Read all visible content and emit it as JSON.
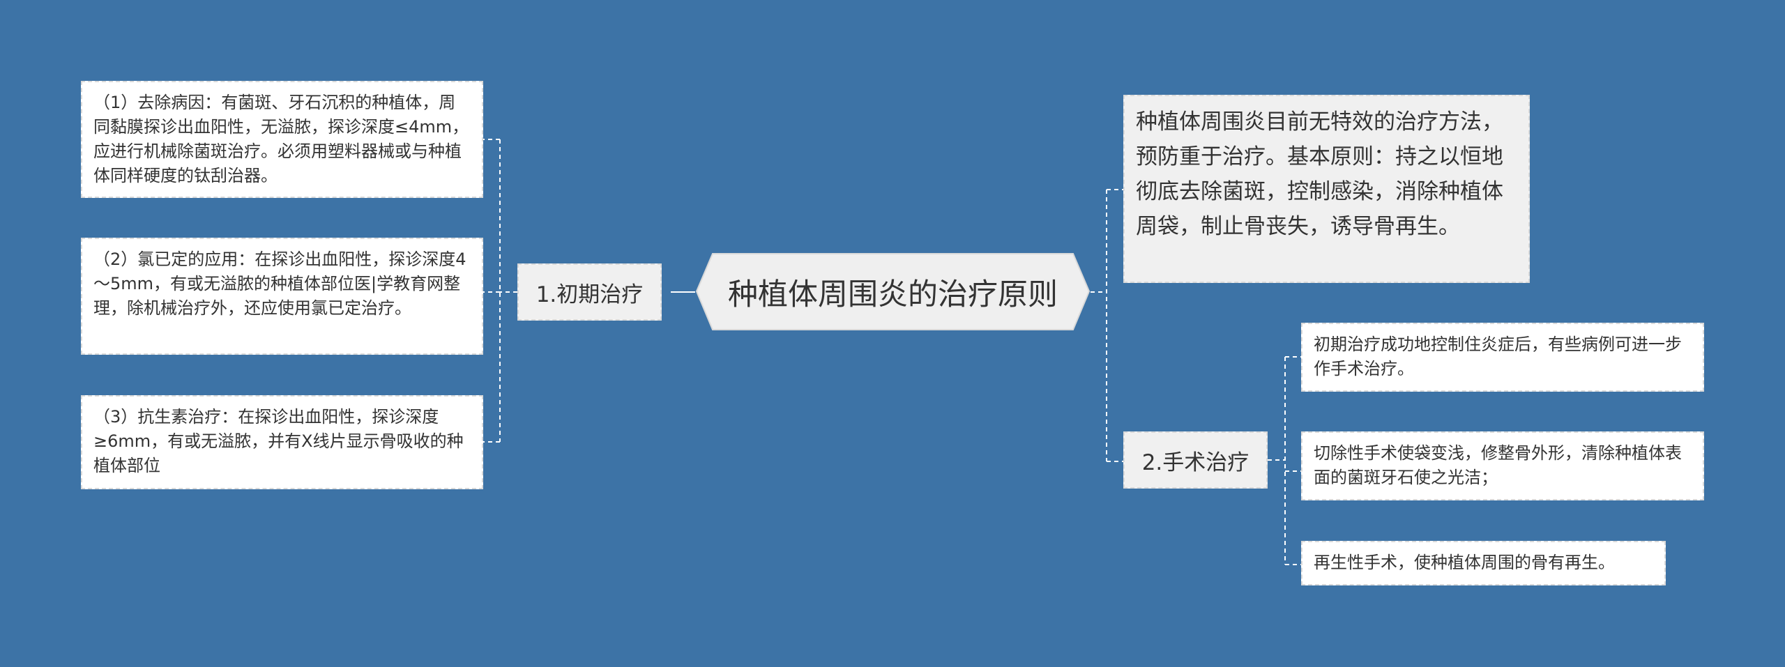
{
  "colors": {
    "background": "#3d73a6",
    "central_fill": "#efefef",
    "branch_fill": "#f0f0f0",
    "leaf_fill": "#ffffff",
    "connector": "#ffffff"
  },
  "mindmap": {
    "central": "种植体周围炎的治疗原则",
    "left_branch": {
      "label": "1.初期治疗",
      "items": [
        "（1）去除病因：有菌斑、牙石沉积的种植体，周同黏膜探诊出血阳性，无溢脓，探诊深度≤4mm，应进行机械除菌斑治疗。必须用塑料器械或与种植体同样硬度的钛刮治器。",
        "（2）氯已定的应用：在探诊出血阳性，探诊深度4～5mm，有或无溢脓的种植体部位医|学教育网整理，除机械治疗外，还应使用氯已定治疗。",
        "（3）抗生素治疗：在探诊出血阳性，探诊深度≥6mm，有或无溢脓，并有X线片显示骨吸收的种植体部位"
      ]
    },
    "right_description": "种植体周围炎目前无特效的治疗方法，预防重于治疗。基本原则：持之以恒地彻底去除菌斑，控制感染，消除种植体周袋，制止骨丧失，诱导骨再生。",
    "right_branch": {
      "label": "2.手术治疗",
      "items": [
        "初期治疗成功地控制住炎症后，有些病例可进一步作手术治疗。",
        "切除性手术使袋变浅，修整骨外形，清除种植体表面的菌斑牙石使之光洁；",
        "再生性手术，使种植体周围的骨有再生。"
      ]
    }
  }
}
